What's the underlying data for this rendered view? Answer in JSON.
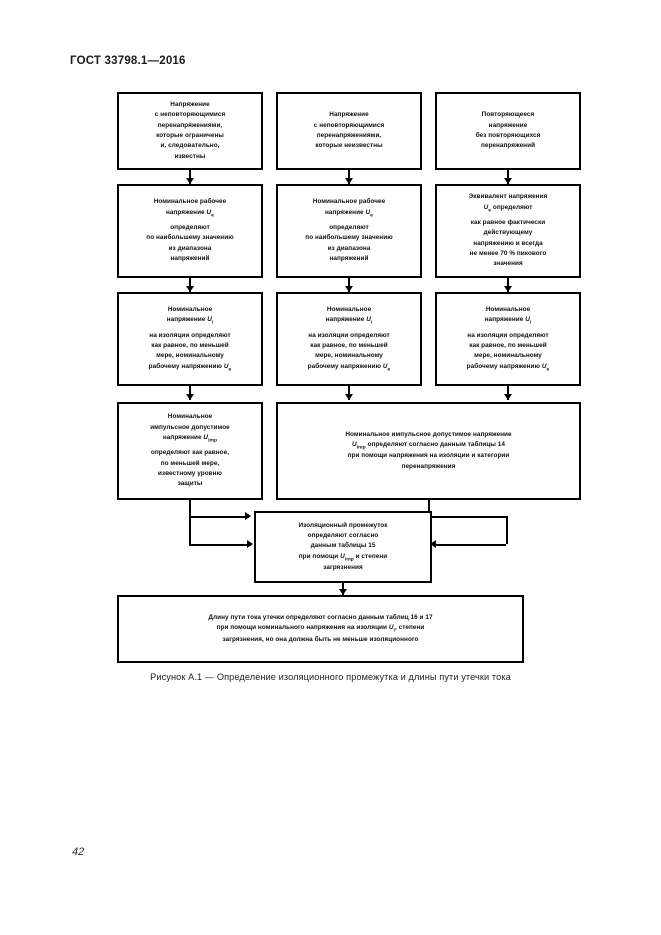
{
  "document": {
    "header": "ГОСТ 33798.1—2016",
    "page_number": "42",
    "caption": "Рисунок А.1 — Определение изоляционного промежутка и длины пути утечки тока"
  },
  "figure": {
    "id": "Рисунок А.1",
    "nodes": {
      "r1c1": "Напряжение с неповторяющимися перенапряжениями, которые ограничены и, следовательно, известны",
      "r1c2": "Напряжение с неповторяющимися перенапряжениями, которые неизвестны",
      "r1c3": "Повторяющееся напряжение без повторяющихся перенапряжений",
      "r2c1": "Номинальное рабочее напряжение Ue определяют по наибольшему значению из диапазона напряжений",
      "r2c2": "Номинальное рабочее напряжение Ue определяют по наибольшему значению из диапазона напряжений",
      "r2c3": "Эквивалент напряжения Ue определяют как равное фактически действующему напряжению и всегда не менее 70 % пикового значения",
      "r3c1": "Номинальное напряжение Ui на изоляции определяют как равное, по меньшей мере, номинальному рабочему напряжению Ue",
      "r3c2": "Номинальное напряжение Ui на изоляции определяют как равное, по меньшей мере, номинальному рабочему напряжению Ue",
      "r3c3": "Номинальное напряжение Ui на изоляции определяют как равное, по меньшей мере, номинальному рабочему напряжению Ue",
      "r4c1": "Номинальное импульсное допустимое напряжение Uimp определяют как равное, по меньшей мере, известному уровню защиты",
      "r4wide": "Номинальное импульсное допустимое напряжение Uimp определяют согласно данным таблицы 14 при помощи напряжения на изоляции и категории перенапряжения",
      "r5": "Изоляционный промежуток определяют согласно данным таблицы 15 при помощи Uimp и степени загрязнения",
      "r6": "Длину пути тока утечки определяют согласно данным таблиц 16 и 17 при помощи номинального напряжения на изоляции Ui, степени загрязнения, но она должна быть не меньше изоляционного"
    },
    "colors": {
      "border": "#000000",
      "background": "#ffffff",
      "text": "#0f0f0f"
    }
  }
}
